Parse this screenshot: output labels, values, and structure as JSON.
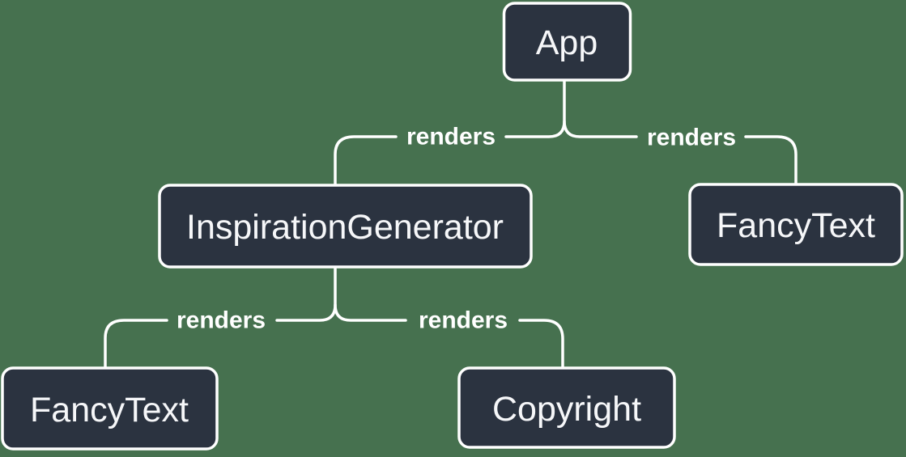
{
  "theme": {
    "background": "#46714F",
    "node-fill": "#2B3340",
    "node-stroke": "#FFFFFF",
    "node-text": "#F6F7F9",
    "edge-line": "#FFFFFF",
    "edge-label": "#FFFFFF"
  },
  "diagram": {
    "type": "tree",
    "description": "React render tree diagram",
    "nodes": [
      {
        "id": "app",
        "label": "App"
      },
      {
        "id": "inspiration-generator",
        "label": "InspirationGenerator"
      },
      {
        "id": "fancy-text-top",
        "label": "FancyText"
      },
      {
        "id": "fancy-text-bottom",
        "label": "FancyText"
      },
      {
        "id": "copyright",
        "label": "Copyright"
      }
    ],
    "edges": [
      {
        "from": "App",
        "to": "InspirationGenerator",
        "label": "renders"
      },
      {
        "from": "App",
        "to": "FancyText",
        "label": "renders"
      },
      {
        "from": "InspirationGenerator",
        "to": "FancyText",
        "label": "renders"
      },
      {
        "from": "InspirationGenerator",
        "to": "Copyright",
        "label": "renders"
      }
    ]
  }
}
